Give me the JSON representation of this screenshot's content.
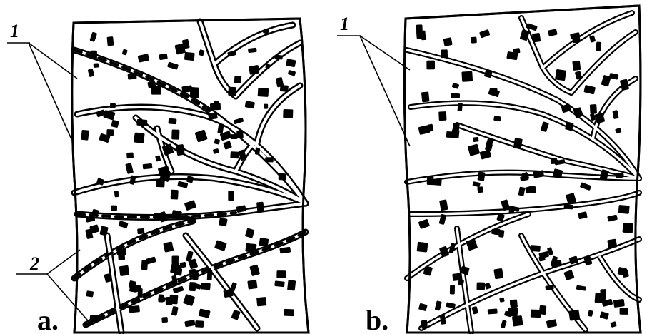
{
  "figure": {
    "panels": [
      {
        "id": "a",
        "label": "a.",
        "callouts": [
          "1",
          "2"
        ]
      },
      {
        "id": "b",
        "label": "b.",
        "callouts": [
          "1"
        ]
      }
    ]
  },
  "colors": {
    "ink": "#000000",
    "paper": "#ffffff"
  }
}
